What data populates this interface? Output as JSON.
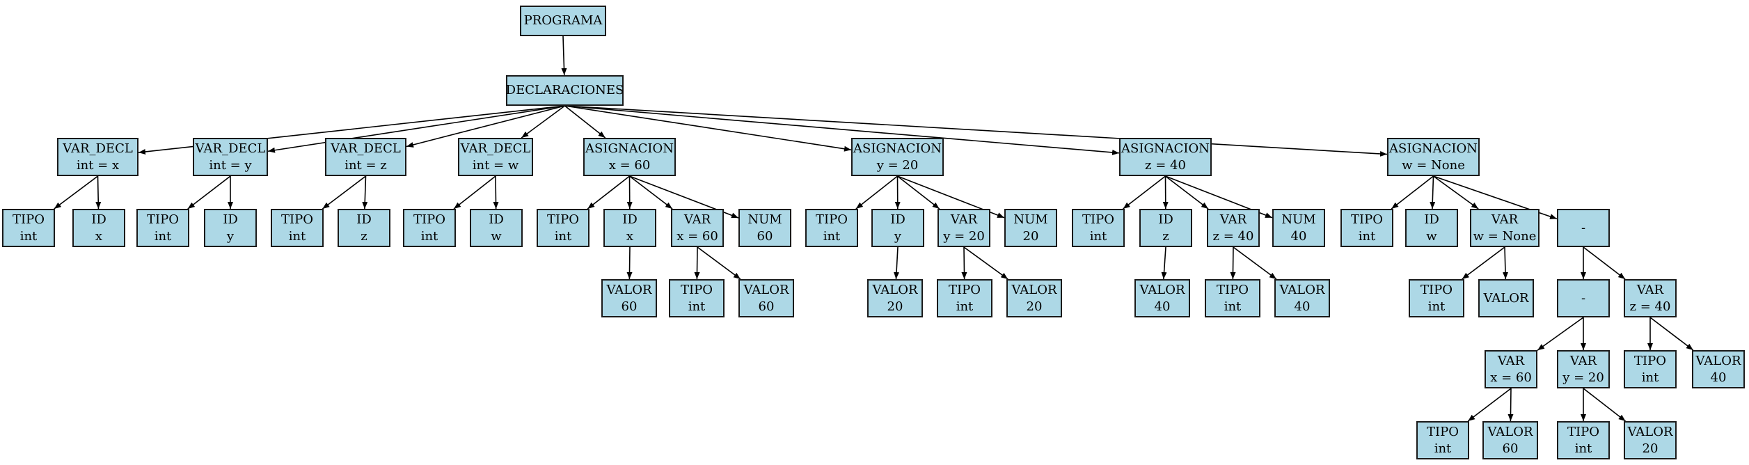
{
  "colors": {
    "node_fill": "#add8e6",
    "node_border": "#1a1a1a",
    "edge": "#000000"
  },
  "nodes": [
    {
      "id": "n0",
      "l1": "PROGRAMA"
    },
    {
      "id": "n1",
      "l1": "DECLARACIONES"
    },
    {
      "id": "n2",
      "l1": "VAR_DECL",
      "l2": "int = x"
    },
    {
      "id": "n3",
      "l1": "VAR_DECL",
      "l2": "int = y"
    },
    {
      "id": "n4",
      "l1": "VAR_DECL",
      "l2": "int = z"
    },
    {
      "id": "n5",
      "l1": "VAR_DECL",
      "l2": "int = w"
    },
    {
      "id": "n6",
      "l1": "ASIGNACION",
      "l2": "x = 60"
    },
    {
      "id": "n7",
      "l1": "ASIGNACION",
      "l2": "y = 20"
    },
    {
      "id": "n8",
      "l1": "ASIGNACION",
      "l2": "z = 40"
    },
    {
      "id": "n9",
      "l1": "ASIGNACION",
      "l2": "w = None"
    },
    {
      "id": "n10",
      "l1": "TIPO",
      "l2": "int"
    },
    {
      "id": "n11",
      "l1": "ID",
      "l2": "x"
    },
    {
      "id": "n12",
      "l1": "TIPO",
      "l2": "int"
    },
    {
      "id": "n13",
      "l1": "ID",
      "l2": "y"
    },
    {
      "id": "n14",
      "l1": "TIPO",
      "l2": "int"
    },
    {
      "id": "n15",
      "l1": "ID",
      "l2": "z"
    },
    {
      "id": "n16",
      "l1": "TIPO",
      "l2": "int"
    },
    {
      "id": "n17",
      "l1": "ID",
      "l2": "w"
    },
    {
      "id": "n18",
      "l1": "TIPO",
      "l2": "int"
    },
    {
      "id": "n19",
      "l1": "ID",
      "l2": "x"
    },
    {
      "id": "n20",
      "l1": "VAR",
      "l2": "x = 60"
    },
    {
      "id": "n21",
      "l1": "NUM",
      "l2": "60"
    },
    {
      "id": "n22",
      "l1": "TIPO",
      "l2": "int"
    },
    {
      "id": "n23",
      "l1": "ID",
      "l2": "y"
    },
    {
      "id": "n24",
      "l1": "VAR",
      "l2": "y = 20"
    },
    {
      "id": "n25",
      "l1": "NUM",
      "l2": "20"
    },
    {
      "id": "n26",
      "l1": "TIPO",
      "l2": "int"
    },
    {
      "id": "n27",
      "l1": "ID",
      "l2": "z"
    },
    {
      "id": "n28",
      "l1": "VAR",
      "l2": "z = 40"
    },
    {
      "id": "n29",
      "l1": "NUM",
      "l2": "40"
    },
    {
      "id": "n30",
      "l1": "TIPO",
      "l2": "int"
    },
    {
      "id": "n31",
      "l1": "ID",
      "l2": "w"
    },
    {
      "id": "n32",
      "l1": "VAR",
      "l2": "w = None"
    },
    {
      "id": "n33",
      "l1": "-"
    },
    {
      "id": "n34",
      "l1": "VALOR",
      "l2": "60"
    },
    {
      "id": "n35",
      "l1": "TIPO",
      "l2": "int"
    },
    {
      "id": "n36",
      "l1": "VALOR",
      "l2": "60"
    },
    {
      "id": "n37",
      "l1": "VALOR",
      "l2": "20"
    },
    {
      "id": "n38",
      "l1": "TIPO",
      "l2": "int"
    },
    {
      "id": "n39",
      "l1": "VALOR",
      "l2": "20"
    },
    {
      "id": "n40",
      "l1": "VALOR",
      "l2": "40"
    },
    {
      "id": "n41",
      "l1": "TIPO",
      "l2": "int"
    },
    {
      "id": "n42",
      "l1": "VALOR",
      "l2": "40"
    },
    {
      "id": "n43",
      "l1": "TIPO",
      "l2": "int"
    },
    {
      "id": "n44",
      "l1": "VALOR"
    },
    {
      "id": "n45",
      "l1": "-"
    },
    {
      "id": "n46",
      "l1": "VAR",
      "l2": "z = 40"
    },
    {
      "id": "n47",
      "l1": "VAR",
      "l2": "x = 60"
    },
    {
      "id": "n48",
      "l1": "VAR",
      "l2": "y = 20"
    },
    {
      "id": "n49",
      "l1": "TIPO",
      "l2": "int"
    },
    {
      "id": "n50",
      "l1": "VALOR",
      "l2": "40"
    },
    {
      "id": "n51",
      "l1": "TIPO",
      "l2": "int"
    },
    {
      "id": "n52",
      "l1": "VALOR",
      "l2": "60"
    },
    {
      "id": "n53",
      "l1": "TIPO",
      "l2": "int"
    },
    {
      "id": "n54",
      "l1": "VALOR",
      "l2": "20"
    }
  ],
  "edges": [
    [
      "n0",
      "n1"
    ],
    [
      "n1",
      "n2"
    ],
    [
      "n1",
      "n3"
    ],
    [
      "n1",
      "n4"
    ],
    [
      "n1",
      "n5"
    ],
    [
      "n1",
      "n6"
    ],
    [
      "n1",
      "n7"
    ],
    [
      "n1",
      "n8"
    ],
    [
      "n1",
      "n9"
    ],
    [
      "n2",
      "n10"
    ],
    [
      "n2",
      "n11"
    ],
    [
      "n3",
      "n12"
    ],
    [
      "n3",
      "n13"
    ],
    [
      "n4",
      "n14"
    ],
    [
      "n4",
      "n15"
    ],
    [
      "n5",
      "n16"
    ],
    [
      "n5",
      "n17"
    ],
    [
      "n6",
      "n18"
    ],
    [
      "n6",
      "n19"
    ],
    [
      "n6",
      "n20"
    ],
    [
      "n6",
      "n21"
    ],
    [
      "n7",
      "n22"
    ],
    [
      "n7",
      "n23"
    ],
    [
      "n7",
      "n24"
    ],
    [
      "n7",
      "n25"
    ],
    [
      "n8",
      "n26"
    ],
    [
      "n8",
      "n27"
    ],
    [
      "n8",
      "n28"
    ],
    [
      "n8",
      "n29"
    ],
    [
      "n9",
      "n30"
    ],
    [
      "n9",
      "n31"
    ],
    [
      "n9",
      "n32"
    ],
    [
      "n9",
      "n33"
    ],
    [
      "n19",
      "n34"
    ],
    [
      "n20",
      "n35"
    ],
    [
      "n20",
      "n36"
    ],
    [
      "n23",
      "n37"
    ],
    [
      "n24",
      "n38"
    ],
    [
      "n24",
      "n39"
    ],
    [
      "n27",
      "n40"
    ],
    [
      "n28",
      "n41"
    ],
    [
      "n28",
      "n42"
    ],
    [
      "n32",
      "n43"
    ],
    [
      "n32",
      "n44"
    ],
    [
      "n33",
      "n45"
    ],
    [
      "n33",
      "n46"
    ],
    [
      "n45",
      "n47"
    ],
    [
      "n45",
      "n48"
    ],
    [
      "n46",
      "n49"
    ],
    [
      "n46",
      "n50"
    ],
    [
      "n47",
      "n51"
    ],
    [
      "n47",
      "n52"
    ],
    [
      "n48",
      "n53"
    ],
    [
      "n48",
      "n54"
    ]
  ]
}
